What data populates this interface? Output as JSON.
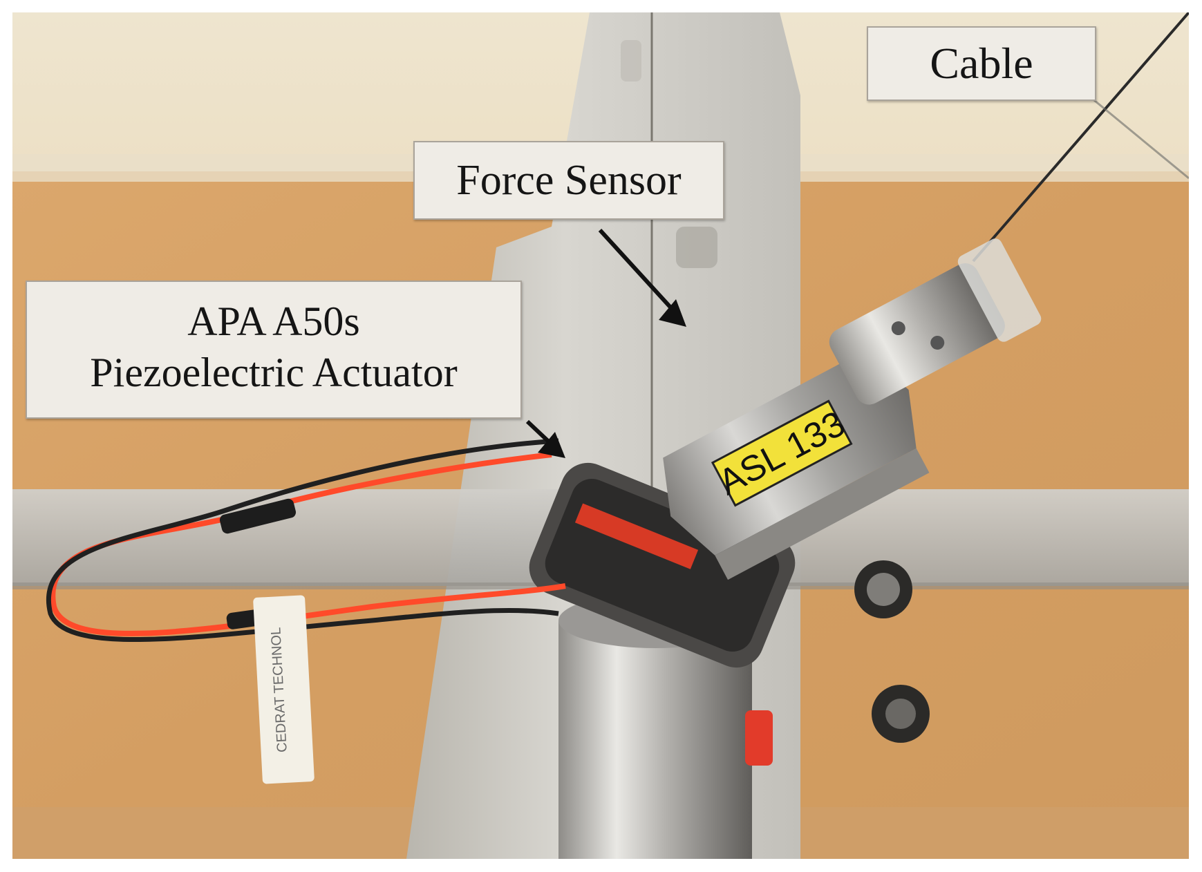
{
  "labels": {
    "cable": "Cable",
    "force_sensor": "Force Sensor",
    "actuator_line1": "APA A50s",
    "actuator_line2": "Piezoelectric Actuator"
  },
  "sensor_tag": "ASL 133",
  "wire_tag": "CEDRAT TECHNOL",
  "colors": {
    "background_wall": "#d6a36a",
    "aluminium": "#c9c9c7",
    "tag_yellow": "#f2e13a",
    "wire_red": "#ff4a2a",
    "wire_black": "#202020"
  }
}
